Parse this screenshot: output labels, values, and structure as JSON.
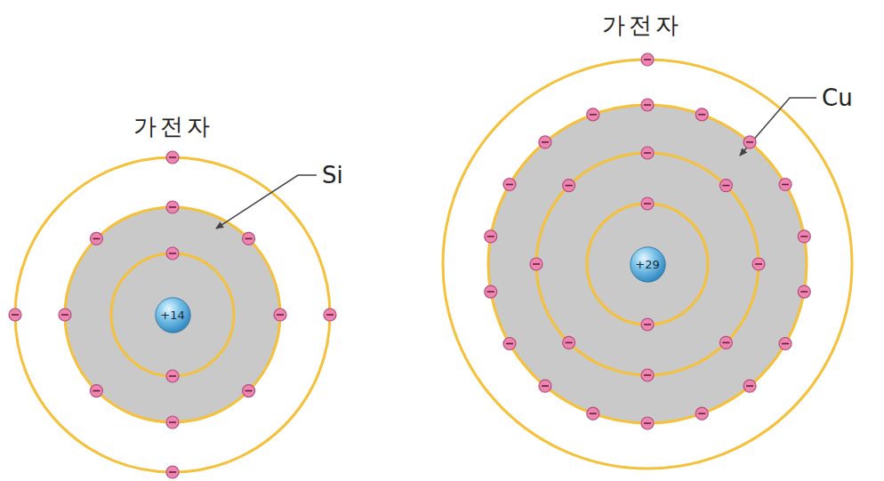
{
  "diagram": {
    "nodes": [
      {
        "text": [
          "+14"
        ]
      },
      {
        "text": [
          "+29"
        ]
      }
    ],
    "labels": [
      "가전자",
      "Si",
      "가전자",
      "Cu"
    ]
  }
}
